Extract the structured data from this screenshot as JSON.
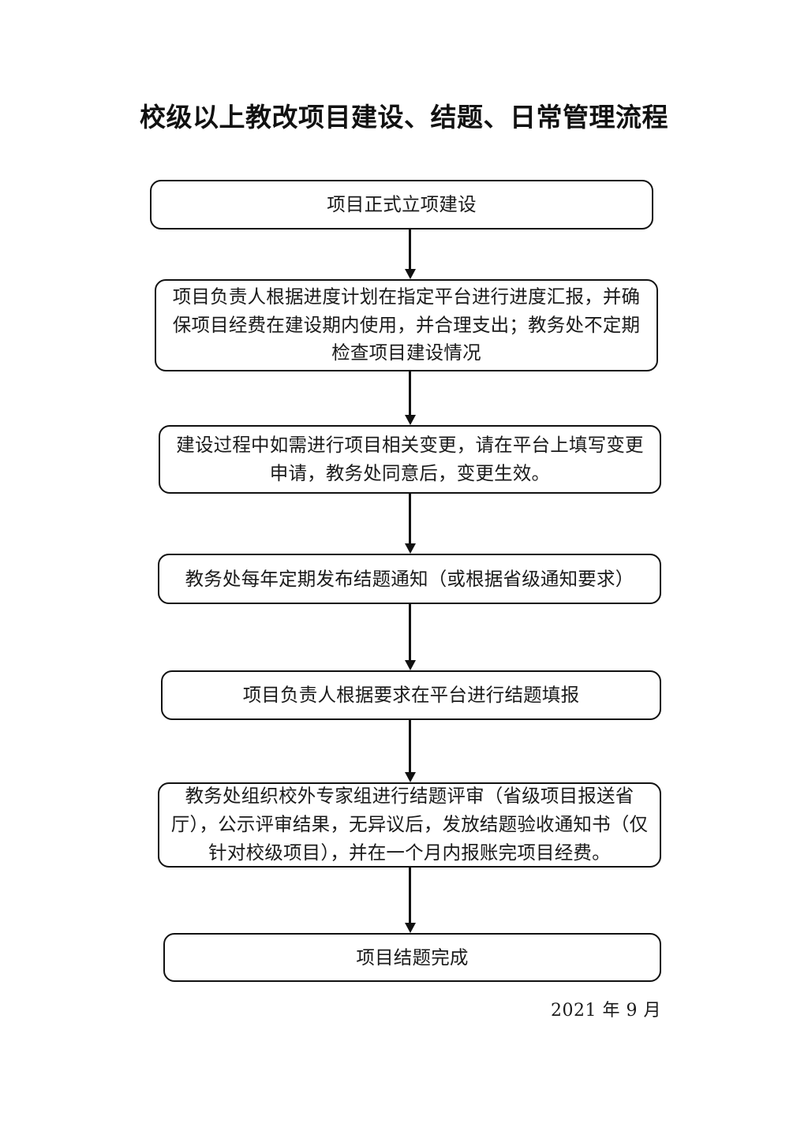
{
  "document": {
    "title": "校级以上教改项目建设、结题、日常管理流程",
    "date": "2021 年 9 月",
    "page_background": "#ffffff",
    "ink_color": "#111111"
  },
  "flowchart": {
    "type": "flowchart",
    "orientation": "top-to-bottom",
    "node_shape": "rounded-rectangle",
    "connector": "arrow-down",
    "nodes": [
      {
        "id": "node-0",
        "index": 1,
        "text": "项目正式立项建设",
        "lines": 1
      },
      {
        "id": "node-1",
        "index": 2,
        "text": "项目负责人根据进度计划在指定平台进行进度汇报，并确保项目经费在建设期内使用，并合理支出；教务处不定期检查项目建设情况",
        "lines": 3
      },
      {
        "id": "node-2",
        "index": 3,
        "text": "建设过程中如需进行项目相关变更，请在平台上填写变更申请，教务处同意后，变更生效。",
        "lines": 2
      },
      {
        "id": "node-3",
        "index": 4,
        "text": "教务处每年定期发布结题通知（或根据省级通知要求）",
        "lines": 1
      },
      {
        "id": "node-4",
        "index": 5,
        "text": "项目负责人根据要求在平台进行结题填报",
        "lines": 1
      },
      {
        "id": "node-5",
        "index": 6,
        "text": "教务处组织校外专家组进行结题评审（省级项目报送省厅），公示评审结果，无异议后，发放结题验收通知书（仅针对校级项目），并在一个月内报账完项目经费。",
        "lines": 3
      },
      {
        "id": "node-6",
        "index": 7,
        "text": "项目结题完成",
        "lines": 1
      }
    ],
    "edges": [
      {
        "id": "arrow-0",
        "from": "node-0",
        "to": "node-1"
      },
      {
        "id": "arrow-1",
        "from": "node-1",
        "to": "node-2"
      },
      {
        "id": "arrow-2",
        "from": "node-2",
        "to": "node-3"
      },
      {
        "id": "arrow-3",
        "from": "node-3",
        "to": "node-4"
      },
      {
        "id": "arrow-4",
        "from": "node-4",
        "to": "node-5"
      },
      {
        "id": "arrow-5",
        "from": "node-5",
        "to": "node-6"
      }
    ]
  }
}
